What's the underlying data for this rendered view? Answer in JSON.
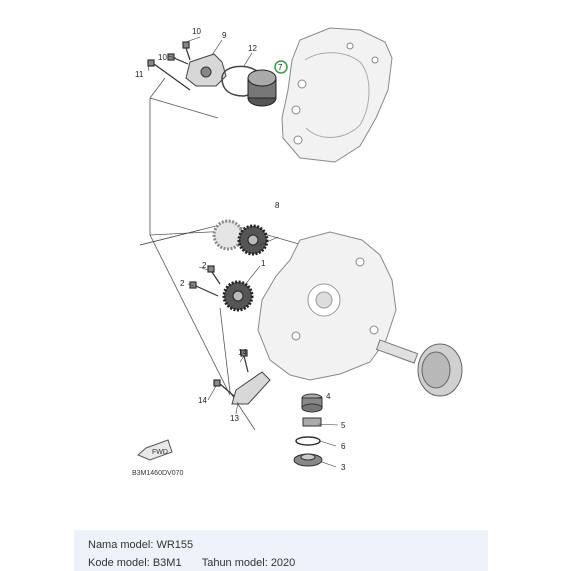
{
  "diagram": {
    "parts": [
      {
        "id": "p1",
        "label": "1"
      },
      {
        "id": "p2",
        "label": "2"
      },
      {
        "id": "p3",
        "label": "3"
      },
      {
        "id": "p4",
        "label": "4"
      },
      {
        "id": "p5",
        "label": "5"
      },
      {
        "id": "p6",
        "label": "6"
      },
      {
        "id": "p7",
        "label": "7"
      },
      {
        "id": "p8",
        "label": "8"
      },
      {
        "id": "p9",
        "label": "9"
      },
      {
        "id": "p10a",
        "label": "10"
      },
      {
        "id": "p10b",
        "label": "10"
      },
      {
        "id": "p11",
        "label": "11"
      },
      {
        "id": "p12",
        "label": "12"
      },
      {
        "id": "p13",
        "label": "13"
      },
      {
        "id": "p14a",
        "label": "14"
      },
      {
        "id": "p14b",
        "label": "14"
      }
    ],
    "diagram_code": "B3M1460DV070",
    "fwd_arrow_text": "FWD",
    "highlight_color": "#2ea043"
  },
  "info": {
    "model_name_label": "Nama model:",
    "model_name_value": "WR155",
    "model_code_label": "Kode model:",
    "model_code_value": "B3M1",
    "model_year_label": "Tahun model:",
    "model_year_value": "2020"
  }
}
